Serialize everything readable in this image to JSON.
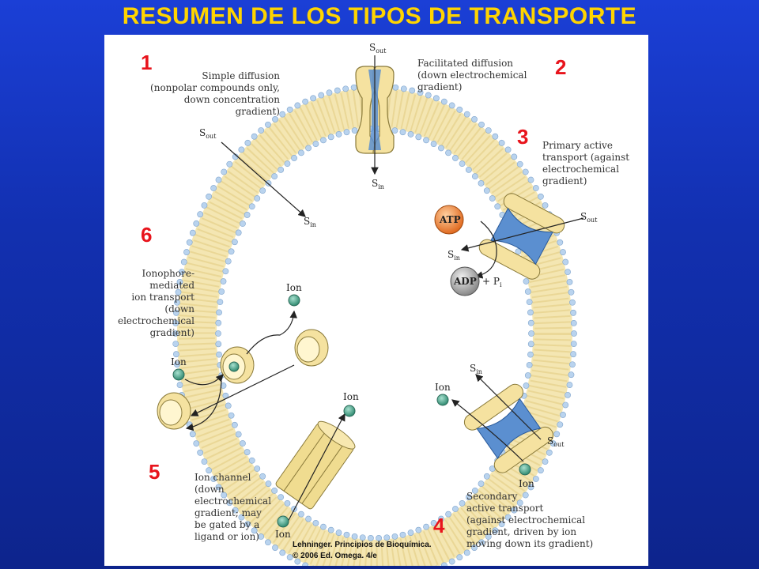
{
  "title": "RESUMEN DE LOS TIPOS DE TRANSPORTE",
  "numbers": [
    "1",
    "2",
    "3",
    "4",
    "5",
    "6"
  ],
  "labels": {
    "simple": [
      "Simple diffusion",
      "(nonpolar compounds only,",
      "down concentration",
      "gradient)"
    ],
    "facilitated": [
      "Facilitated diffusion",
      "(down electrochemical",
      "gradient)"
    ],
    "primary": [
      "Primary active",
      "transport (against",
      "electrochemical",
      "gradient)"
    ],
    "ionophore": [
      "Ionophore-",
      "mediated",
      "ion transport",
      "(down",
      "electrochemical",
      "gradient)"
    ],
    "channel": [
      "Ion channel",
      "(down",
      "electrochemical",
      "gradient; may",
      "be gated by a",
      "ligand or ion)"
    ],
    "secondary": [
      "Secondary",
      "active transport",
      "(against electrochemical",
      "gradient, driven by ion",
      "moving down its gradient)"
    ]
  },
  "symbols": {
    "s": "S",
    "out": "out",
    "in": "in",
    "atp": "ATP",
    "adp": "ADP",
    "plus_pi": "+ P",
    "pi_sub": "i",
    "ion": "Ion"
  },
  "credit": [
    "Lehninger. Principios de Bioquímica.",
    "© 2006 Ed. Omega. 4/e"
  ],
  "colors": {
    "title": "#ffd400",
    "number": "#e8141c",
    "membrane": "#f3e2a6",
    "protein": "#5b8fd0",
    "ion": "#4aa88e",
    "atp": "#f08a3e"
  }
}
